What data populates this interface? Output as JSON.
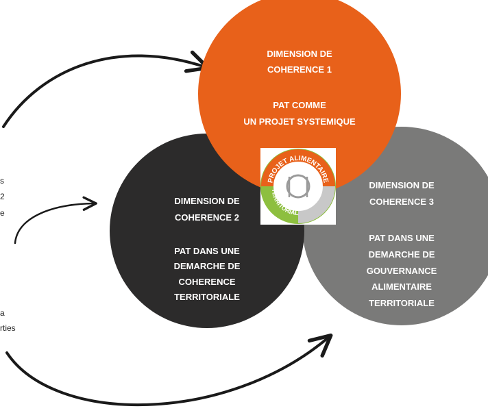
{
  "colors": {
    "circle1": "#e8611a",
    "circle2": "#2c2b2b",
    "circle3": "#7a7a79",
    "arrows": "#1a1a1a",
    "text": "#ffffff"
  },
  "circle1": {
    "line1": "DIMENSION DE",
    "line2": "COHERENCE 1",
    "line3": "PAT COMME",
    "line4": "UN PROJET SYSTEMIQUE"
  },
  "circle2": {
    "line1": "DIMENSION DE",
    "line2": "COHERENCE 2",
    "line3": "PAT DANS UNE",
    "line4": "DEMARCHE DE",
    "line5": "COHERENCE",
    "line6": "TERRITORIALE"
  },
  "circle3": {
    "line1": "DIMENSION DE",
    "line2": "COHERENCE 3",
    "line3": "PAT DANS UNE",
    "line4": "DEMARCHE DE",
    "line5": "GOUVERNANCE",
    "line6": "ALIMENTAIRE",
    "line7": "TERRITORIALE"
  },
  "logo": {
    "top_text": "PROJET ALIMENTAIRE",
    "bottom_text": "TERRITORIAL"
  },
  "side_fragments": {
    "f1": "s",
    "f2": "2",
    "f3": "e",
    "f4": "a",
    "f5": "rties"
  }
}
